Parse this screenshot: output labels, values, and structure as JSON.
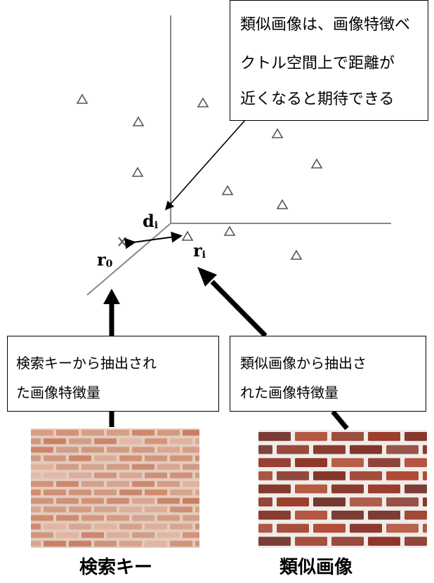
{
  "top_callout": {
    "lines": [
      "類似画像は、画像特徴ベ",
      "クトル空間上で距離が",
      "近くなると期待できる"
    ]
  },
  "left_callout": {
    "lines": [
      "検索キーから抽出され",
      "た画像特徴量"
    ]
  },
  "right_callout": {
    "lines": [
      "類似画像から抽出さ",
      "れた画像特徴量"
    ]
  },
  "labels": {
    "d_main": "d",
    "d_sub": "i",
    "ri_main": "r",
    "ri_sub": "i",
    "r0_main": "r",
    "r0_sub": "0",
    "query_marker": "×"
  },
  "captions": {
    "query": "検索キー",
    "similar": "類似画像"
  },
  "colors": {
    "axis": "#888888",
    "marker": "#555555",
    "arrow": "#000000",
    "brick_light": "#d48b6e",
    "brick_dark": "#8e3527",
    "mortar_light": "#e6d3c4",
    "mortar_dark": "#f2f2f2"
  }
}
